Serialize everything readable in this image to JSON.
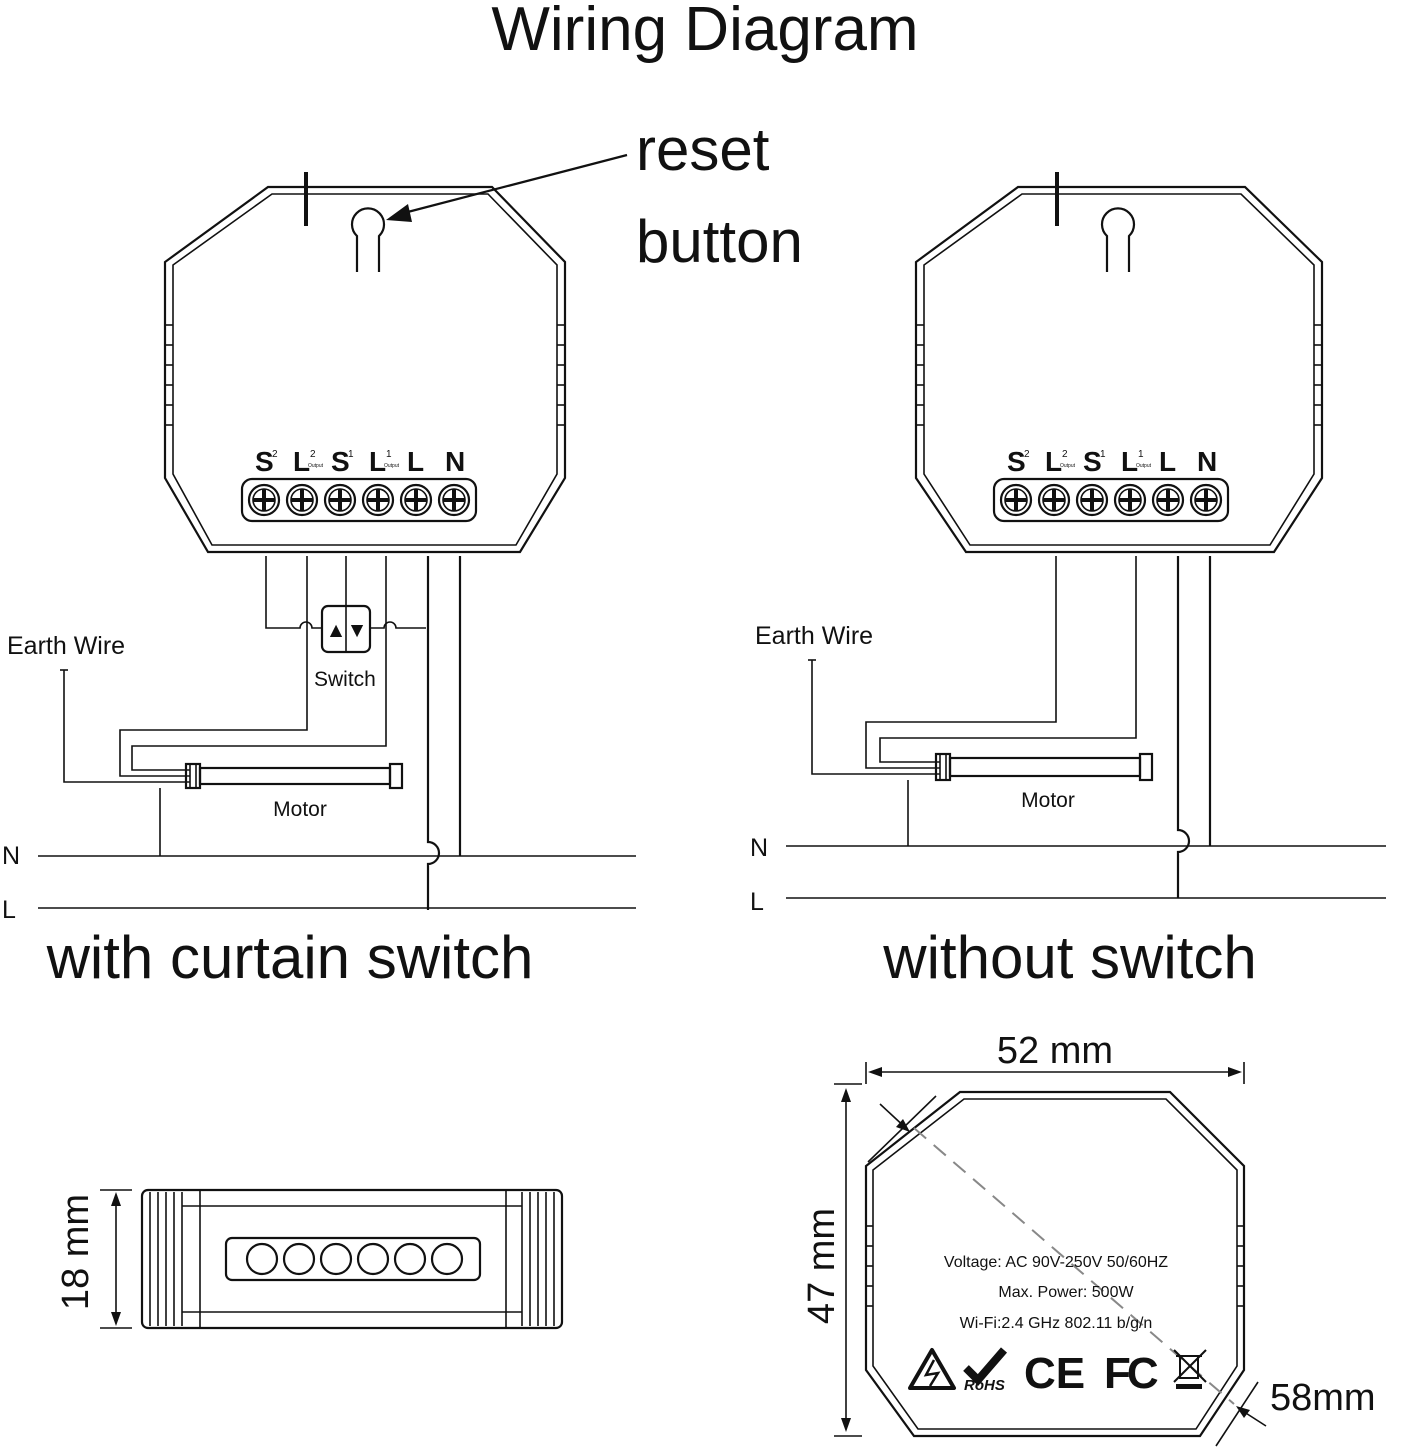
{
  "title": "Wiring Diagram",
  "reset_label_line1": "reset",
  "reset_label_line2": "button",
  "terminals": [
    {
      "letter": "S",
      "sup": "2",
      "sub": ""
    },
    {
      "letter": "L",
      "sup": "2",
      "sub": "Output"
    },
    {
      "letter": "S",
      "sup": "1",
      "sub": ""
    },
    {
      "letter": "L",
      "sup": "1",
      "sub": "Output"
    },
    {
      "letter": "L",
      "sup": "",
      "sub": ""
    },
    {
      "letter": "N",
      "sup": "",
      "sub": ""
    }
  ],
  "left_diagram": {
    "earth_wire": "Earth Wire",
    "switch_label": "Switch",
    "switch_up": "▲",
    "switch_down": "▼",
    "motor_label": "Motor",
    "line_n": "N",
    "line_l": "L",
    "caption": "with curtain switch"
  },
  "right_diagram": {
    "earth_wire": "Earth Wire",
    "motor_label": "Motor",
    "line_n": "N",
    "line_l": "L",
    "caption": "without switch"
  },
  "dimensions": {
    "height": "18 mm",
    "width": "52 mm",
    "depth": "47 mm",
    "diagonal": "58mm"
  },
  "specs": {
    "voltage": "Voltage: AC 90V-250V   50/60HZ",
    "power": "Max. Power: 500W",
    "wifi": "Wi-Fi:2.4 GHz    802.11 b/g/n"
  },
  "certifications": {
    "rohs": "RoHS",
    "ce": "CE",
    "fc": "FC"
  }
}
